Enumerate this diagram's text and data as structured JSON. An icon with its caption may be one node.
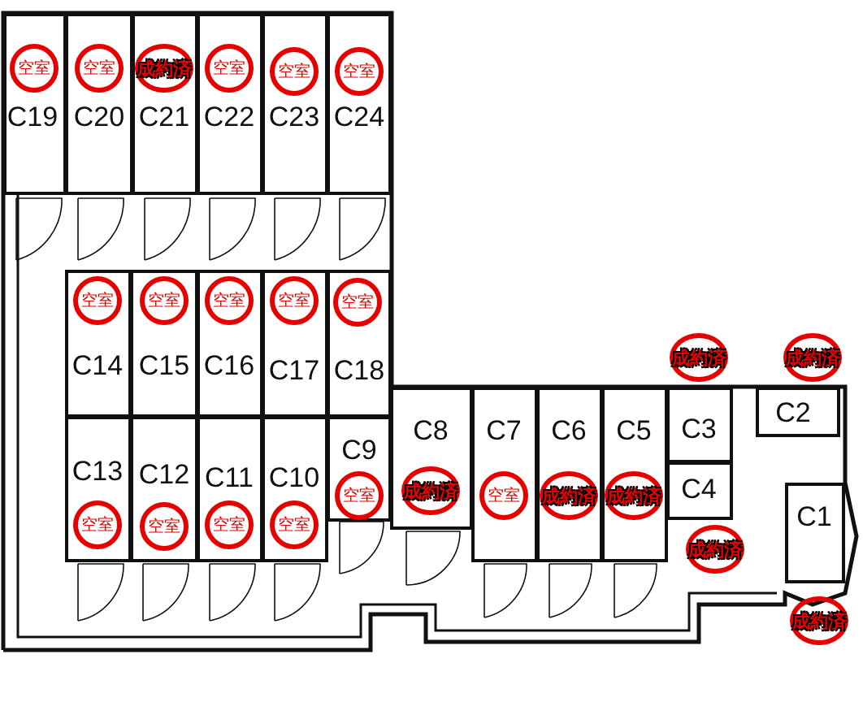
{
  "diagram": {
    "nodes": [
      {
        "text": [
          "空室",
          "C19"
        ]
      },
      {
        "text": [
          "空室",
          "C20"
        ]
      },
      {
        "text": [
          "成約済",
          "C21"
        ]
      },
      {
        "text": [
          "空室",
          "C22"
        ]
      },
      {
        "text": [
          "空室",
          "C23"
        ]
      },
      {
        "text": [
          "空室",
          "C24"
        ]
      },
      {
        "text": [
          "空室",
          "C14"
        ]
      },
      {
        "text": [
          "空室",
          "C15"
        ]
      },
      {
        "text": [
          "空室",
          "C16"
        ]
      },
      {
        "text": [
          "空室",
          "C17"
        ]
      },
      {
        "text": [
          "空室",
          "C18"
        ]
      },
      {
        "text": [
          "成約済",
          "C3"
        ]
      },
      {
        "text": [
          "成約済",
          "C2"
        ]
      },
      {
        "text": [
          "C13",
          "空室"
        ]
      },
      {
        "text": [
          "C12",
          "空室"
        ]
      },
      {
        "text": [
          "C11",
          "空室"
        ]
      },
      {
        "text": [
          "C10",
          "空室"
        ]
      },
      {
        "text": [
          "C9",
          "空室"
        ]
      },
      {
        "text": [
          "C8",
          "成約済"
        ]
      },
      {
        "text": [
          "C7",
          "空室"
        ]
      },
      {
        "text": [
          "C6",
          "成約済"
        ]
      },
      {
        "text": [
          "C5",
          "成約済"
        ]
      },
      {
        "text": [
          "C4",
          "成約済"
        ]
      },
      {
        "text": [
          "C1",
          "成約済"
        ]
      }
    ]
  }
}
